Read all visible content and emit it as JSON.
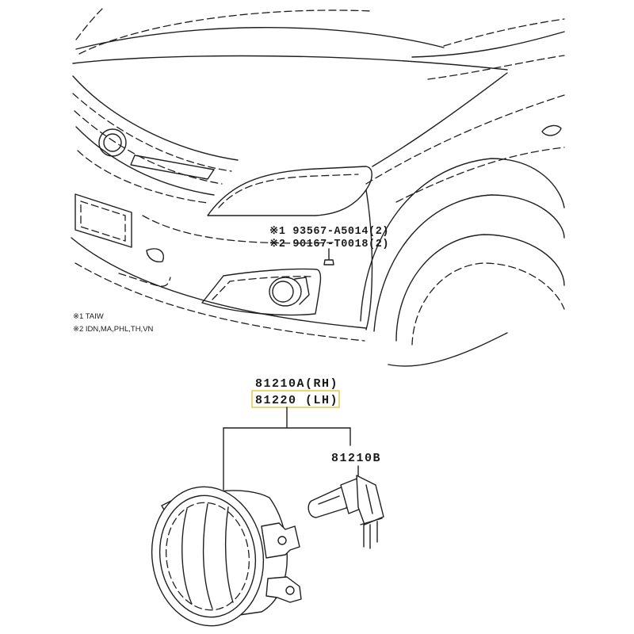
{
  "callouts": {
    "bolt_line1": "※1 93567-A5014(2)",
    "bolt_line2": "※2 90167-T0018(2)",
    "note1": "※1 TAIW",
    "note2": "※2 IDN,MA,PHL,TH,VN",
    "lamp_rh": "81210A(RH)",
    "lamp_lh": "81220 (LH)",
    "bulb": "81210B"
  },
  "colors": {
    "line": "#1f1f1f",
    "highlight_box": "#e8c84a"
  }
}
